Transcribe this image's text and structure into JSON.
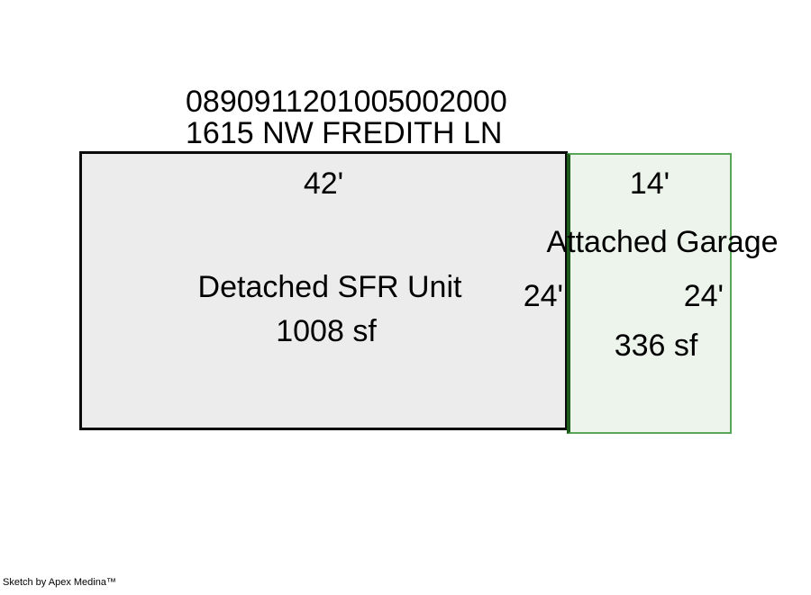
{
  "header": {
    "parcel_id": "0890911201005002000",
    "address": "1615 NW FREDITH LN"
  },
  "buildings": [
    {
      "name": "Detached SFR Unit",
      "area": "1008 sf",
      "width_dim": "42'",
      "depth_dim": "24'",
      "fill_color": "#ececec",
      "border_color": "#0a0a0a"
    },
    {
      "name": "Attached Garage",
      "area": "336 sf",
      "width_dim": "14'",
      "depth_dim": "24'",
      "fill_color": "#ecf4ec",
      "border_color": "#58a758"
    }
  ],
  "footer": {
    "credit": "Sketch by Apex Medina™"
  }
}
